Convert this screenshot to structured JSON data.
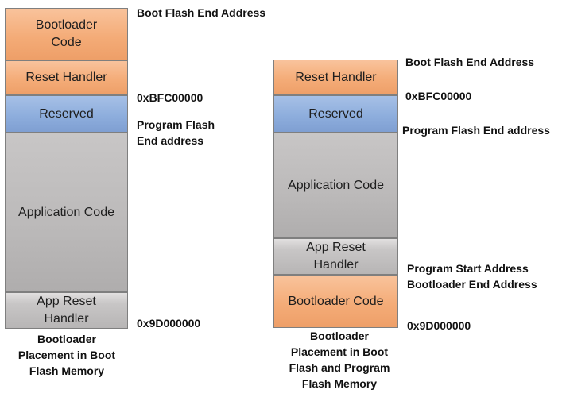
{
  "left_map": {
    "blocks": {
      "bootloader_code": "Bootloader\nCode",
      "reset_handler": "Reset Handler",
      "reserved": "Reserved",
      "application_code": "Application Code",
      "app_reset_handler": "App Reset\nHandler"
    },
    "labels": {
      "boot_flash_end": "Boot Flash End Address",
      "addr_bfc": "0xBFC00000",
      "program_flash_end": "Program  Flash\nEnd address",
      "addr_9d": "0x9D000000"
    },
    "caption": "Bootloader\nPlacement in Boot\nFlash Memory"
  },
  "right_map": {
    "blocks": {
      "reset_handler": "Reset Handler",
      "reserved": "Reserved",
      "application_code": "Application Code",
      "app_reset_handler": "App Reset\nHandler",
      "bootloader_code": "Bootloader Code"
    },
    "labels": {
      "boot_flash_end": "Boot Flash End Address",
      "addr_bfc": "0xBFC00000",
      "program_flash_end": "Program  Flash End address",
      "program_start": "Program  Start Address",
      "bootloader_end": "Bootloader  End Address",
      "addr_9d": "0x9D000000"
    },
    "caption": "Bootloader\nPlacement in Boot\nFlash and Program\nFlash Memory"
  },
  "colors": {
    "orange": "#f4ac78",
    "blue": "#8eaedd",
    "gray": "#bbb9b9"
  }
}
